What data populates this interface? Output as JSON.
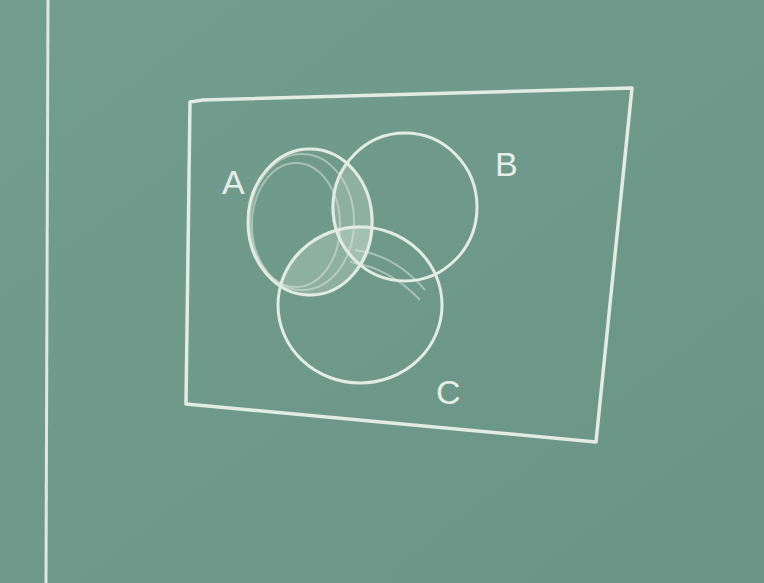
{
  "diagram": {
    "nodes": [
      {
        "text": [
          "A"
        ]
      },
      {
        "text": [
          "B"
        ]
      },
      {
        "text": [
          "C"
        ]
      }
    ]
  }
}
